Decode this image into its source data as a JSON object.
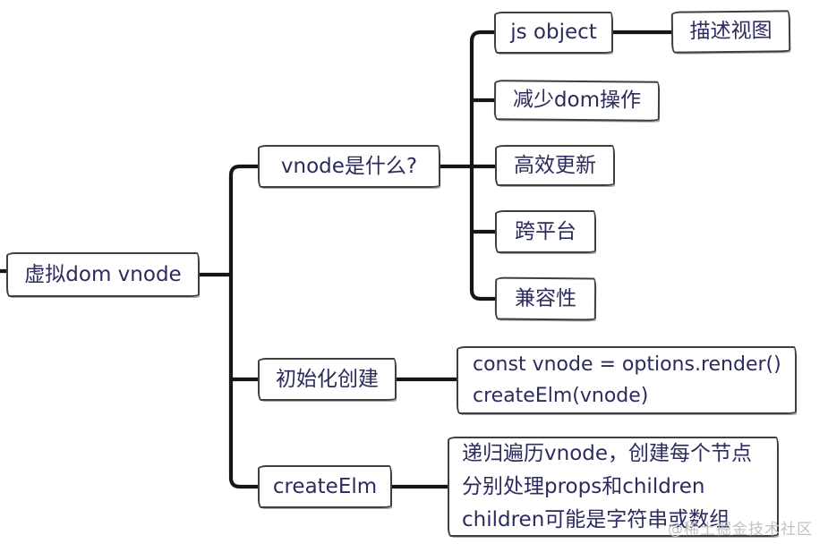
{
  "mindmap": {
    "root": {
      "label": "虚拟dom vnode"
    },
    "branches": [
      {
        "label": "vnode是什么?",
        "children": [
          {
            "label": "js object",
            "children": [
              {
                "label": "描述视图"
              }
            ]
          },
          {
            "label": "减少dom操作"
          },
          {
            "label": "高效更新"
          },
          {
            "label": "跨平台"
          },
          {
            "label": "兼容性"
          }
        ]
      },
      {
        "label": "初始化创建",
        "children": [
          {
            "label": "const vnode = options.render()\ncreateElm(vnode)"
          }
        ]
      },
      {
        "label": "createElm",
        "children": [
          {
            "label": "递归遍历vnode，创建每个节点\n分别处理props和children\nchildren可能是字符串或数组"
          }
        ]
      }
    ]
  },
  "watermark": {
    "text": "@稀土掘金技术社区"
  },
  "colors": {
    "background": "#ffffff",
    "node_text": "#2b2b5e",
    "node_border": "#3e3e3e",
    "connector": "#161616",
    "watermark": "#c2c2c2"
  }
}
